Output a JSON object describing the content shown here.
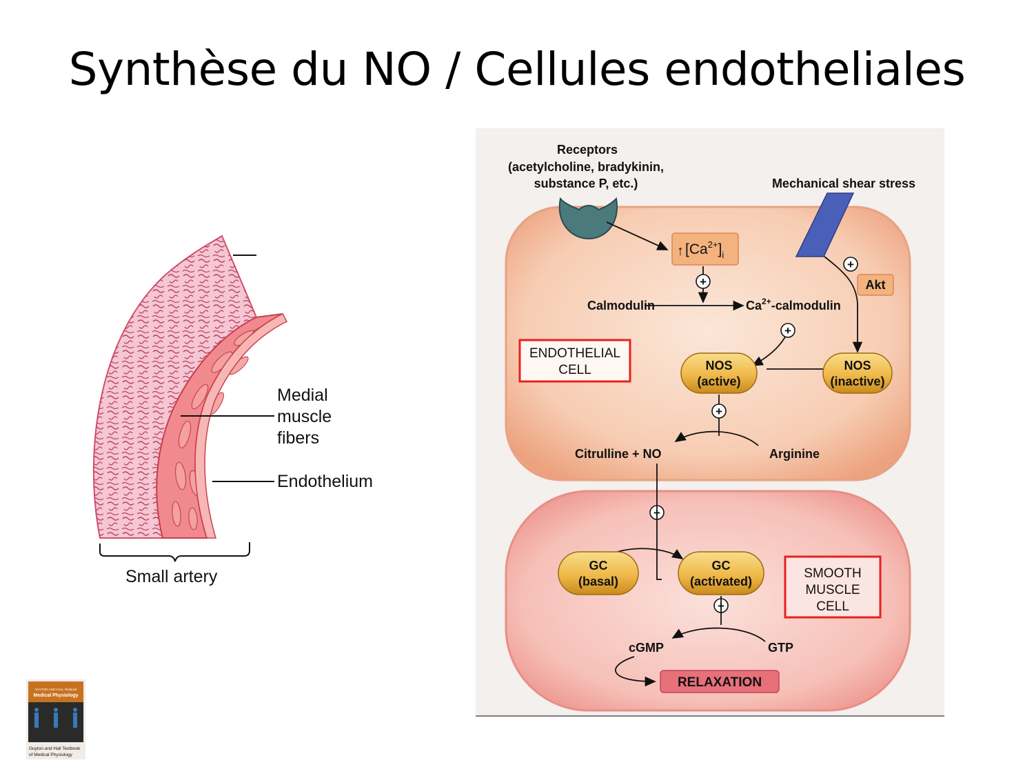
{
  "slide": {
    "title": "Synthèse du NO / Cellules endotheliales"
  },
  "artery": {
    "label_medial_1": "Medial",
    "label_medial_2": "muscle",
    "label_medial_3": "fibers",
    "label_endothelium": "Endothelium",
    "label_small_artery": "Small artery"
  },
  "pathway": {
    "receptors_1": "Receptors",
    "receptors_2": "(acetylcholine, bradykinin,",
    "receptors_3": "substance P, etc.)",
    "shear": "Mechanical shear stress",
    "ca": "[Ca",
    "ca_sup": "2+",
    "ca_sub": "i",
    "akt": "Akt",
    "calmodulin": "Calmodulin",
    "ca_calmodulin_pre": "Ca",
    "ca_calmodulin_sup": "2+",
    "ca_calmodulin_post": "-calmodulin",
    "endo_label_1": "ENDOTHELIAL",
    "endo_label_2": "CELL",
    "nos_active_1": "NOS",
    "nos_active_2": "(active)",
    "nos_inactive_1": "NOS",
    "nos_inactive_2": "(inactive)",
    "citrulline": "Citrulline + NO",
    "arginine": "Arginine",
    "gc_basal_1": "GC",
    "gc_basal_2": "(basal)",
    "gc_activated_1": "GC",
    "gc_activated_2": "(activated)",
    "smooth_1": "SMOOTH",
    "smooth_2": "MUSCLE",
    "smooth_3": "CELL",
    "cgmp": "cGMP",
    "gtp": "GTP",
    "relaxation": "RELAXATION",
    "plus": "+"
  },
  "book": {
    "cover_line_1": "GUYTON AND HALL Textbook",
    "cover_line_2": "Medical Physiology",
    "caption_1": "Guyton and Hall Textbook",
    "caption_2": "of Medical Physiology"
  },
  "colors": {
    "endothelial_cell": "#f6c9ae",
    "smooth_cell": "#f3b0a8",
    "enzyme": "#f2c25a",
    "highlight_box": "#e8201f",
    "relaxation": "#e8707a",
    "shear": "#4a5fb8",
    "receptor": "#3d6b6d"
  }
}
